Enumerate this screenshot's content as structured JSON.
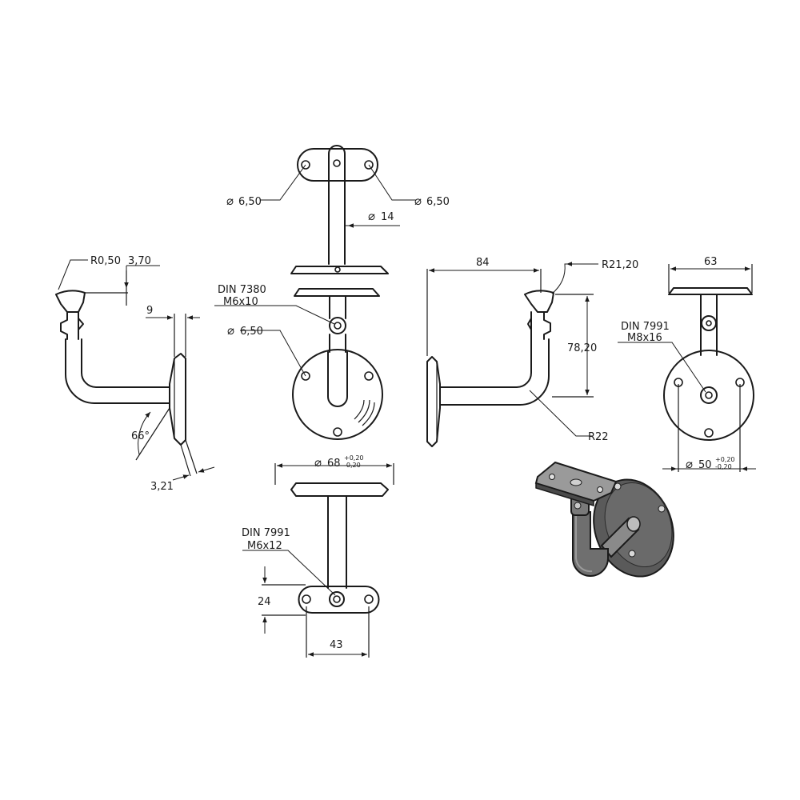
{
  "dimensions": {
    "hole_top_left": "6,50",
    "hole_top_right": "6,50",
    "stem_dia": "14",
    "hole_front": "6,50",
    "plate_dia": "68",
    "plate_dia_tol_plus": "+0,20",
    "plate_dia_tol_minus": "-0,20",
    "saddle_height": "24",
    "saddle_width": "43",
    "radius_saddle": "R0,50",
    "saddle_offset": "3,70",
    "plate_thickness": "9",
    "angle": "66°",
    "tilt_offset": "3,21",
    "projection": "84",
    "radius_top": "R21,20",
    "height": "78,20",
    "bend_radius": "R22",
    "plate_top_width": "63",
    "bolt_circle_dia": "50",
    "bolt_circle_tol_plus": "+0,20",
    "bolt_circle_tol_minus": "-0,20"
  },
  "fasteners": {
    "din7380_name": "DIN 7380",
    "din7380_size": "M6x10",
    "din7991_front_name": "DIN 7991",
    "din7991_front_size": "M6x12",
    "din7991_right_name": "DIN 7991",
    "din7991_right_size": "M8x16"
  },
  "symbols": {
    "diameter": "⌀"
  },
  "colors": {
    "line": "#1a1a1a",
    "iso_shade": "#5a5a5a",
    "iso_dark": "#2b2b2b",
    "iso_light": "#9a9a9a"
  }
}
